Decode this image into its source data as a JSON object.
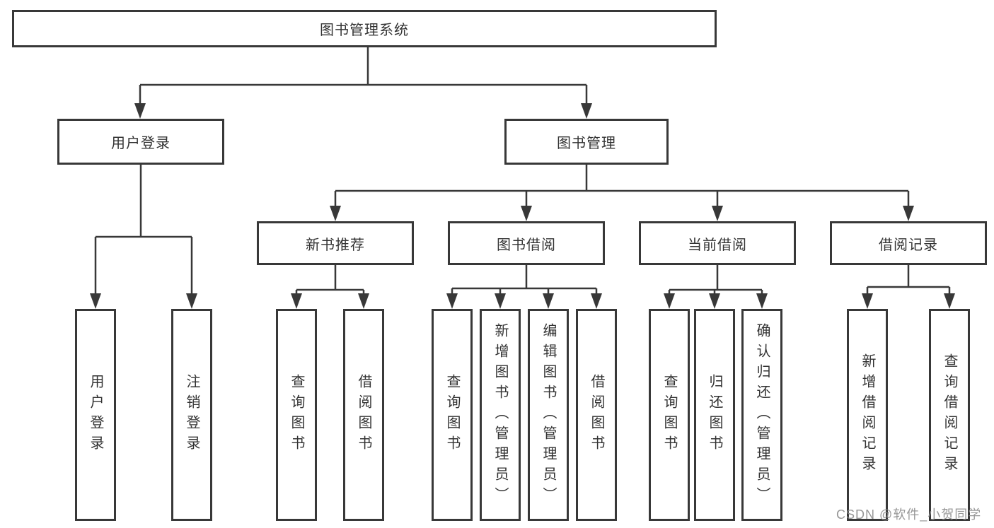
{
  "colors": {
    "line": "#383838",
    "text": "#333333",
    "box_background": "#ffffff",
    "watermark": "#8c8c8c"
  },
  "tree": {
    "root": {
      "label": "图书管理系统"
    },
    "branches": [
      {
        "label": "用户登录",
        "children": [
          {
            "label": "用户登录"
          },
          {
            "label": "注销登录"
          }
        ]
      },
      {
        "label": "图书管理",
        "children": [
          {
            "label": "新书推荐",
            "children": [
              {
                "label": "查询图书"
              },
              {
                "label": "借阅图书"
              }
            ]
          },
          {
            "label": "图书借阅",
            "children": [
              {
                "label": "查询图书"
              },
              {
                "label": "新增图书（管理员）"
              },
              {
                "label": "编辑图书（管理员）"
              },
              {
                "label": "借阅图书"
              }
            ]
          },
          {
            "label": "当前借阅",
            "children": [
              {
                "label": "查询图书"
              },
              {
                "label": "归还图书"
              },
              {
                "label": "确认归还（管理员）"
              }
            ]
          },
          {
            "label": "借阅记录",
            "children": [
              {
                "label": "新增借阅记录"
              },
              {
                "label": "查询借阅记录"
              }
            ]
          }
        ]
      }
    ]
  },
  "watermark": "CSDN @软件_小贺同学"
}
